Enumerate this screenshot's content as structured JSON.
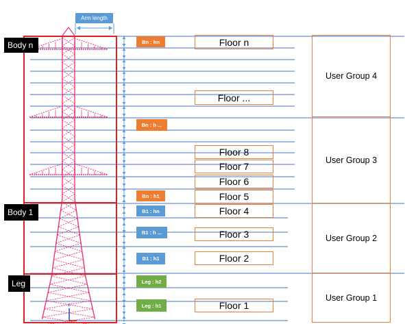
{
  "arm_label": "Arm length",
  "sections": [
    {
      "label": "Body n"
    },
    {
      "label": "Body 1"
    },
    {
      "label": "Leg"
    }
  ],
  "height_tags": [
    {
      "text": "Bn : hn",
      "color": "orange"
    },
    {
      "text": "Bn : h ...",
      "color": "orange"
    },
    {
      "text": "Bn : h1",
      "color": "orange"
    },
    {
      "text": "B1 : hn",
      "color": "blue"
    },
    {
      "text": "B1 : h ...",
      "color": "blue"
    },
    {
      "text": "B1 : h1",
      "color": "blue"
    },
    {
      "text": "Leg : h2",
      "color": "green"
    },
    {
      "text": "Leg : h1",
      "color": "green"
    }
  ],
  "floors": [
    {
      "label": "Floor n"
    },
    {
      "label": "Floor ..."
    },
    {
      "label": "Floor 8"
    },
    {
      "label": "Floor 7"
    },
    {
      "label": "Floor 6"
    },
    {
      "label": "Floor 5"
    },
    {
      "label": "Floor 4"
    },
    {
      "label": "Floor 3"
    },
    {
      "label": "Floor 2"
    },
    {
      "label": "Floor 1"
    }
  ],
  "user_groups": [
    {
      "label": "User Group 4"
    },
    {
      "label": "User Group 3"
    },
    {
      "label": "User Group 2"
    },
    {
      "label": "User Group 1"
    }
  ],
  "axis_label": "z",
  "colors": {
    "section_border": "#e02020",
    "floor_line": "#4472c4",
    "tower": "#e8357a",
    "orange": "#ed7d31",
    "blue": "#5b9bd5",
    "green": "#70ad47",
    "arrow": "#5b9bd5"
  }
}
